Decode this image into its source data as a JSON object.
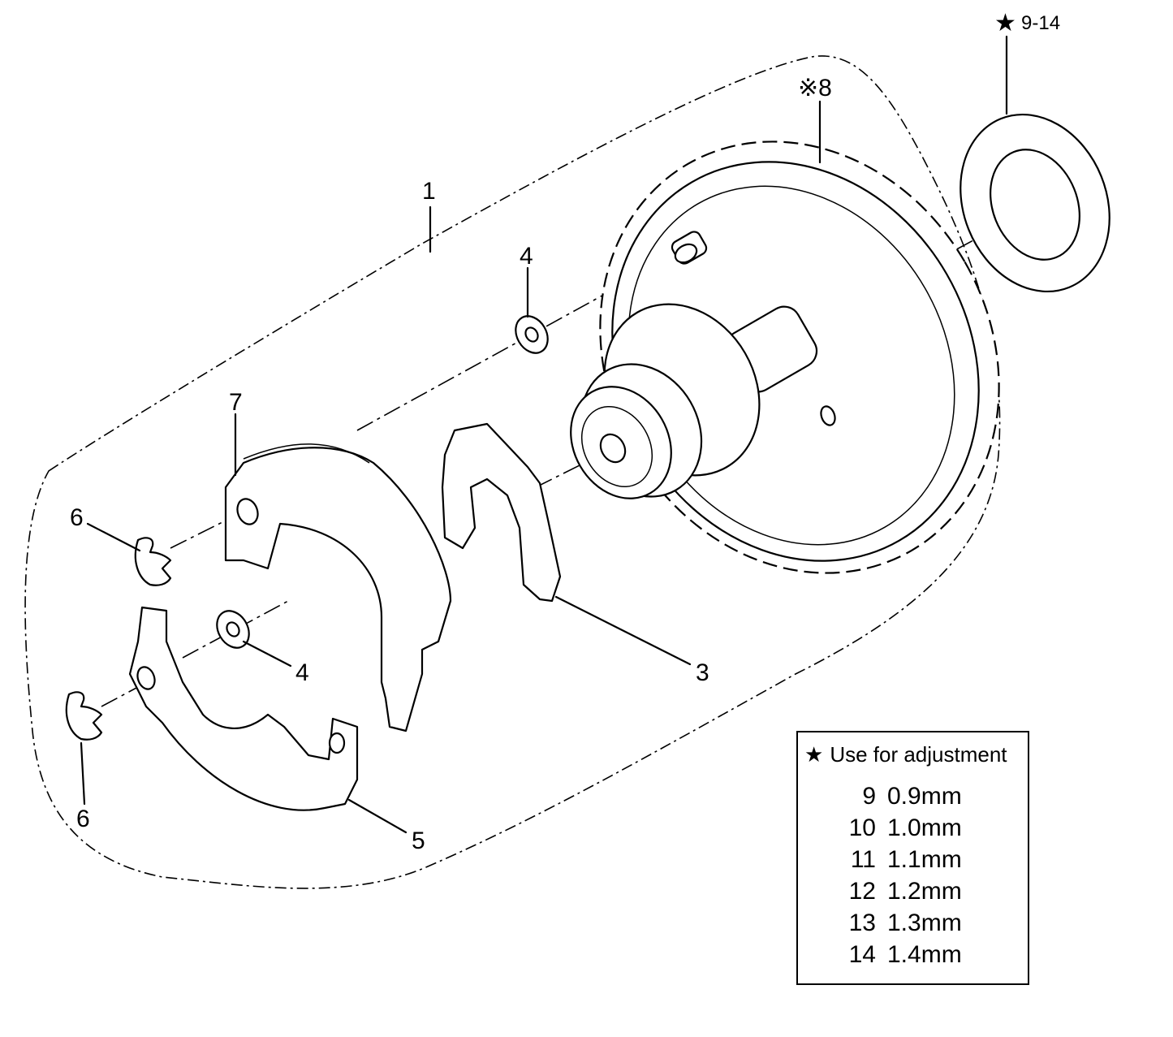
{
  "callouts": {
    "c1": "1",
    "c3": "3",
    "c4a": "4",
    "c4b": "4",
    "c5": "5",
    "c6a": "6",
    "c6b": "6",
    "c7": "7",
    "c8": "※8",
    "c914": "9-14"
  },
  "icons": {
    "star": "★"
  },
  "legend": {
    "title": "Use for adjustment",
    "rows": [
      {
        "num": "9",
        "size": "0.9mm"
      },
      {
        "num": "10",
        "size": "1.0mm"
      },
      {
        "num": "11",
        "size": "1.1mm"
      },
      {
        "num": "12",
        "size": "1.2mm"
      },
      {
        "num": "13",
        "size": "1.3mm"
      },
      {
        "num": "14",
        "size": "1.4mm"
      }
    ]
  }
}
